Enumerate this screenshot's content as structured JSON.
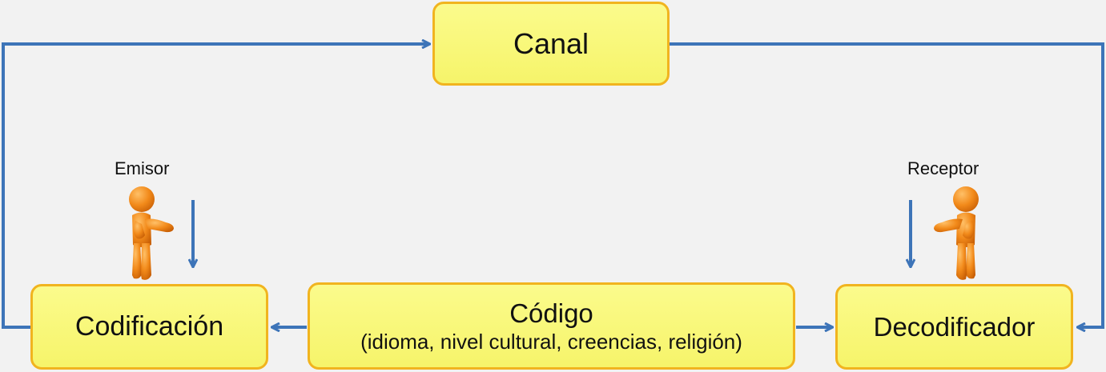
{
  "diagram": {
    "nodes": {
      "canal": {
        "label": "Canal"
      },
      "codificacion": {
        "label": "Codificación"
      },
      "codigo": {
        "label": "Código",
        "sublabel": "(idioma, nivel cultural, creencias, religión)"
      },
      "decodificador": {
        "label": "Decodificador"
      }
    },
    "actors": {
      "emisor": {
        "label": "Emisor",
        "icon": "person-icon"
      },
      "receptor": {
        "label": "Receptor",
        "icon": "person-icon"
      }
    },
    "edges": [
      {
        "from": "codificacion",
        "to": "canal"
      },
      {
        "from": "canal",
        "to": "decodificador"
      },
      {
        "from": "codigo",
        "to": "codificacion"
      },
      {
        "from": "codigo",
        "to": "decodificador"
      },
      {
        "from": "emisor",
        "to": "codificacion"
      },
      {
        "from": "receptor",
        "to": "decodificador"
      }
    ]
  },
  "colors": {
    "background": "#f2f2f2",
    "box_fill": "#f8f67a",
    "box_border": "#f1b41f",
    "connector": "#3d74b8",
    "person": "#f28a1a"
  }
}
